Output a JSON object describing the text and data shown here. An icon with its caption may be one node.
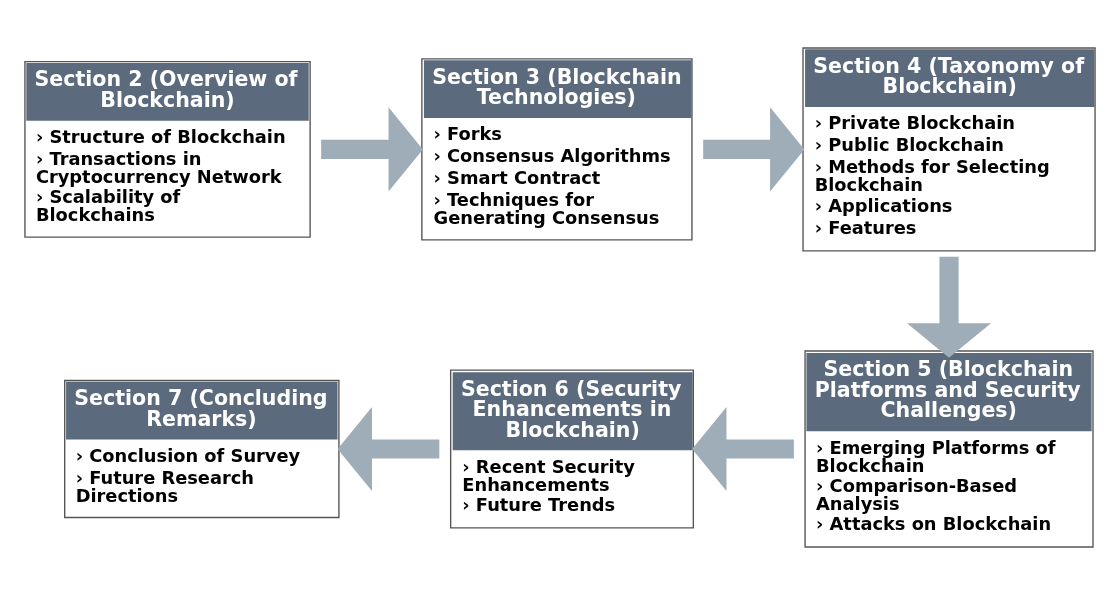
{
  "diagram": {
    "nodes": [
      {
        "text": [
          "Section 2 (Overview of Blockchain)",
          "› Structure of Blockchain",
          "› Transactions in Cryptocurrency Network",
          "› Scalability of Blockchains"
        ]
      },
      {
        "text": [
          "Section 3 (Blockchain Technologies)",
          "› Forks",
          "› Consensus Algorithms",
          "› Smart Contract",
          "› Techniques for Generating Consensus"
        ]
      },
      {
        "text": [
          "Section 4 (Taxonomy of Blockchain)",
          "› Private Blockchain",
          "› Public Blockchain",
          "› Methods for Selecting Blockchain",
          "› Applications",
          "› Features"
        ]
      },
      {
        "text": [
          "Section 5 (Blockchain Platforms and Security Challenges)",
          "› Emerging Platforms of Blockchain",
          "› Comparison-Based Analysis",
          "› Attacks on Blockchain"
        ]
      },
      {
        "text": [
          "Section 6 (Security Enhancements in Blockchain)",
          "› Recent Security Enhancements",
          "› Future Trends"
        ]
      },
      {
        "text": [
          "Section 7 (Concluding Remarks)",
          "› Conclusion of Survey",
          "› Future Research Directions"
        ]
      }
    ],
    "edges": [
      {
        "from": 0,
        "to": 1,
        "arrow": "to"
      },
      {
        "from": 1,
        "to": 2,
        "arrow": "to"
      },
      {
        "from": 2,
        "to": 3,
        "arrow": "to"
      },
      {
        "from": 3,
        "to": 4,
        "arrow": "to"
      },
      {
        "from": 4,
        "to": 5,
        "arrow": "to"
      }
    ]
  }
}
